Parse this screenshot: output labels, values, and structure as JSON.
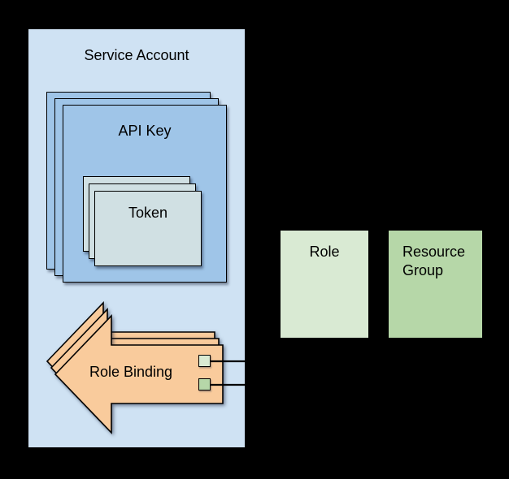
{
  "colors": {
    "background": "#000000",
    "container_fill": "#cfe2f3",
    "api_key_fill": "#9fc5e8",
    "token_fill": "#d0e0e3",
    "arrow_fill": "#f9cb9c",
    "role_fill": "#d9ead3",
    "resource_group_fill": "#b6d7a8",
    "border": "#000000",
    "text": "#000000"
  },
  "diagram": {
    "service_account": {
      "label": "Service Account"
    },
    "api_key": {
      "label": "API Key",
      "stack_count": 3
    },
    "token": {
      "label": "Token",
      "stack_count": 3
    },
    "role_binding": {
      "label": "Role Binding",
      "stack_count": 3,
      "connector_count": 2
    },
    "role": {
      "label": "Role"
    },
    "resource_group": {
      "label": "Resource Group"
    }
  }
}
